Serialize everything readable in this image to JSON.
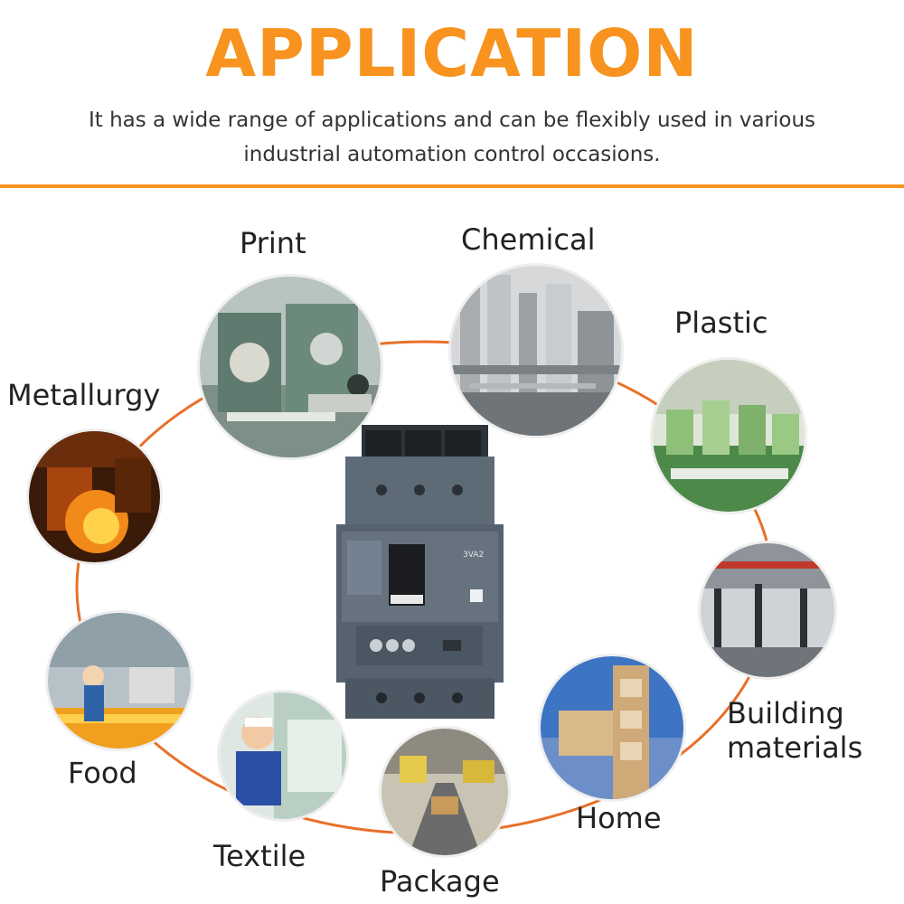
{
  "header": {
    "title": "APPLICATION",
    "subtitle_line1": "It has a wide range of applications and can be flexibly used in various",
    "subtitle_line2": "industrial automation control occasions."
  },
  "colors": {
    "accent": "#f7931e",
    "ring": "#e8702a",
    "text": "#222222"
  },
  "applications": [
    {
      "label": "Print",
      "icon": "print-machine-image"
    },
    {
      "label": "Chemical",
      "icon": "chemical-plant-image"
    },
    {
      "label": "Plastic",
      "icon": "plastic-factory-image"
    },
    {
      "label": "Metallurgy",
      "icon": "metallurgy-furnace-image"
    },
    {
      "label": "Building",
      "label2": "materials",
      "icon": "building-materials-image"
    },
    {
      "label": "Food",
      "icon": "food-bottling-image"
    },
    {
      "label": "Home",
      "icon": "home-decor-image"
    },
    {
      "label": "Textile",
      "icon": "textile-worker-image"
    },
    {
      "label": "Package",
      "icon": "package-conveyor-image"
    }
  ],
  "product": {
    "icon": "circuit-breaker-image",
    "model_text": "3VA2"
  }
}
